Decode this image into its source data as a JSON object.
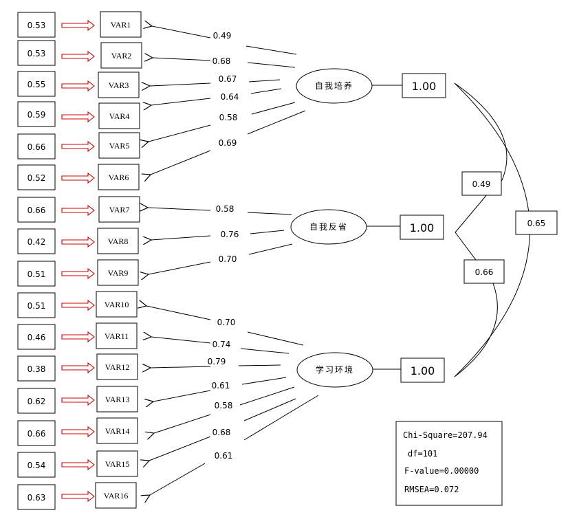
{
  "errors": [
    "0.53",
    "0.53",
    "0.55",
    "0.59",
    "0.66",
    "0.52",
    "0.66",
    "0.42",
    "0.51",
    "0.51",
    "0.46",
    "0.38",
    "0.62",
    "0.66",
    "0.54",
    "0.63"
  ],
  "variables": [
    "VAR1",
    "VAR2",
    "VAR3",
    "VAR4",
    "VAR5",
    "VAR6",
    "VAR7",
    "VAR8",
    "VAR9",
    "VAR10",
    "VAR11",
    "VAR12",
    "VAR13",
    "VAR14",
    "VAR15",
    "VAR16"
  ],
  "loadings": [
    "0.49",
    "0.68",
    "0.67",
    "0.64",
    "0.58",
    "0.69",
    "0.58",
    "0.76",
    "0.70",
    "0.70",
    "0.74",
    "0.79",
    "0.61",
    "0.58",
    "0.68",
    "0.61"
  ],
  "factors": [
    {
      "name": "自我培养",
      "variance": "1.00"
    },
    {
      "name": "自我反省",
      "variance": "1.00"
    },
    {
      "name": "学习环境",
      "variance": "1.00"
    }
  ],
  "correlations": {
    "f1_f2": "0.49",
    "f2_f3": "0.66",
    "f1_f3": "0.65"
  },
  "fit_stats": [
    "Chi-Square=207.94",
    "df=101",
    "F-value=0.00000",
    "RMSEA=0.072"
  ]
}
